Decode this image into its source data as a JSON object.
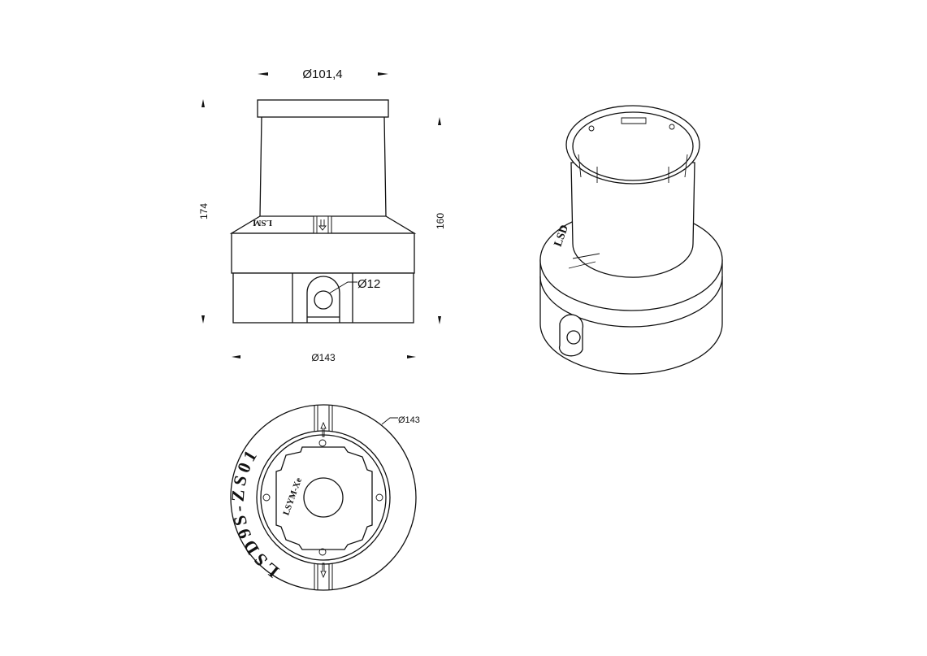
{
  "front_view": {
    "dim_top_diameter": "Ø101,4",
    "dim_base_diameter": "Ø143",
    "dim_total_height": "174",
    "dim_body_height": "160",
    "dim_hole_diameter": "Ø12",
    "emboss_text": "LSM"
  },
  "bottom_view": {
    "dim_outer_diameter": "Ø143",
    "arc_text": "LSD9S-ZS01",
    "inner_text": "LSYM-Xe"
  },
  "iso_view": {
    "emboss_text": "LSD"
  }
}
